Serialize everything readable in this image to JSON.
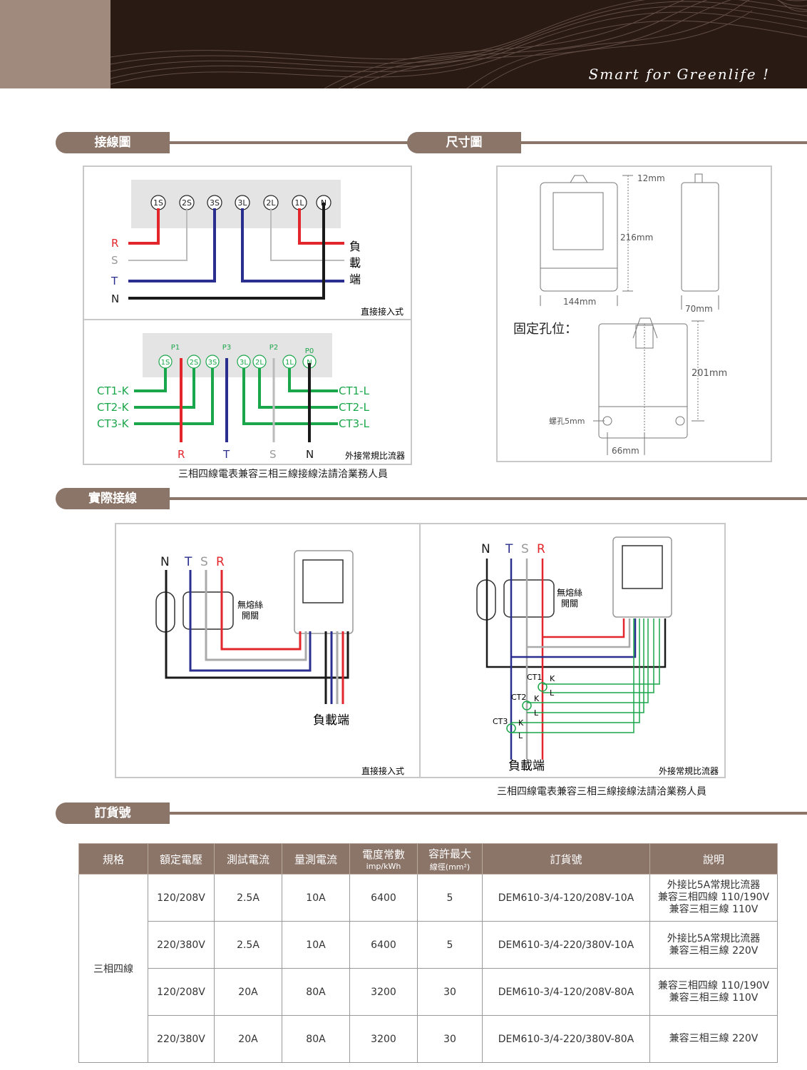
{
  "banner": {
    "slogan": "Smart for Greenlife !"
  },
  "sections": {
    "wiring": "接線圖",
    "dimensions": "尺寸圖",
    "actual": "實際接線",
    "order": "訂貨號"
  },
  "wiring_direct": {
    "terminals": [
      "1S",
      "2S",
      "3S",
      "3L",
      "2L",
      "1L",
      "N"
    ],
    "phases": [
      "R",
      "S",
      "T",
      "N"
    ],
    "load_chars": [
      "負",
      "載",
      "端"
    ],
    "caption": "直接接入式"
  },
  "wiring_ct": {
    "terminals": [
      "1S",
      "2S",
      "3S",
      "3L",
      "2L",
      "1L",
      "N"
    ],
    "pins": [
      "P1",
      "P3",
      "P2",
      "P0"
    ],
    "left_labels": [
      "CT1-K",
      "CT2-K",
      "CT3-K"
    ],
    "right_labels": [
      "CT1-L",
      "CT2-L",
      "CT3-L"
    ],
    "bottom_phases": [
      "R",
      "T",
      "S",
      "N"
    ],
    "caption": "外接常規比流器"
  },
  "wiring_note": "三相四線電表兼容三相三線接線法請洽業務人員",
  "dimensions": {
    "d12": "12mm",
    "d216": "216mm",
    "d144": "144mm",
    "d70": "70mm",
    "mount_label": "固定孔位：",
    "d201": "201mm",
    "screw": "螺孔5mm",
    "d66": "66mm"
  },
  "actual_direct": {
    "phases": [
      "N",
      "T",
      "S",
      "R"
    ],
    "breaker": [
      "無熔絲",
      "開關"
    ],
    "load": "負載端",
    "caption": "直接接入式"
  },
  "actual_ct": {
    "phases": [
      "N",
      "T",
      "S",
      "R"
    ],
    "breaker": [
      "無熔絲",
      "開關"
    ],
    "ct_labels": [
      "CT1",
      "CT2",
      "CT3"
    ],
    "k": "K",
    "l": "L",
    "load": "負載端",
    "caption": "外接常規比流器"
  },
  "actual_note": "三相四線電表兼容三相三線接線法請洽業務人員",
  "colors": {
    "R": "#e3262b",
    "S": "#b0b0b0",
    "T": "#2a2f8f",
    "N": "#1a1a1a",
    "CT": "#1aa64a",
    "accent": "#8b7468"
  },
  "order_table": {
    "headers": [
      "規格",
      "額定電壓",
      "測試電流",
      "量測電流",
      "電度常數",
      "容許最大",
      "訂貨號",
      "說明"
    ],
    "header_subs": [
      "imp/kWh",
      "線徑(mm²)"
    ],
    "spec": "三相四線",
    "rows": [
      {
        "voltage": "120/208V",
        "test": "2.5A",
        "measure": "10A",
        "const": "6400",
        "wire": "5",
        "order": "DEM610-3/4-120/208V-10A",
        "notes": [
          "外接比5A常規比流器",
          "兼容三相四線  110/190V",
          "兼容三相三線  110V"
        ]
      },
      {
        "voltage": "220/380V",
        "test": "2.5A",
        "measure": "10A",
        "const": "6400",
        "wire": "5",
        "order": "DEM610-3/4-220/380V-10A",
        "notes": [
          "外接比5A常規比流器",
          "兼容三相三線  220V"
        ]
      },
      {
        "voltage": "120/208V",
        "test": "20A",
        "measure": "80A",
        "const": "3200",
        "wire": "30",
        "order": "DEM610-3/4-120/208V-80A",
        "notes": [
          "兼容三相四線  110/190V",
          "兼容三相三線  110V"
        ]
      },
      {
        "voltage": "220/380V",
        "test": "20A",
        "measure": "80A",
        "const": "3200",
        "wire": "30",
        "order": "DEM610-3/4-220/380V-80A",
        "notes": [
          "兼容三相三線  220V"
        ]
      }
    ]
  }
}
